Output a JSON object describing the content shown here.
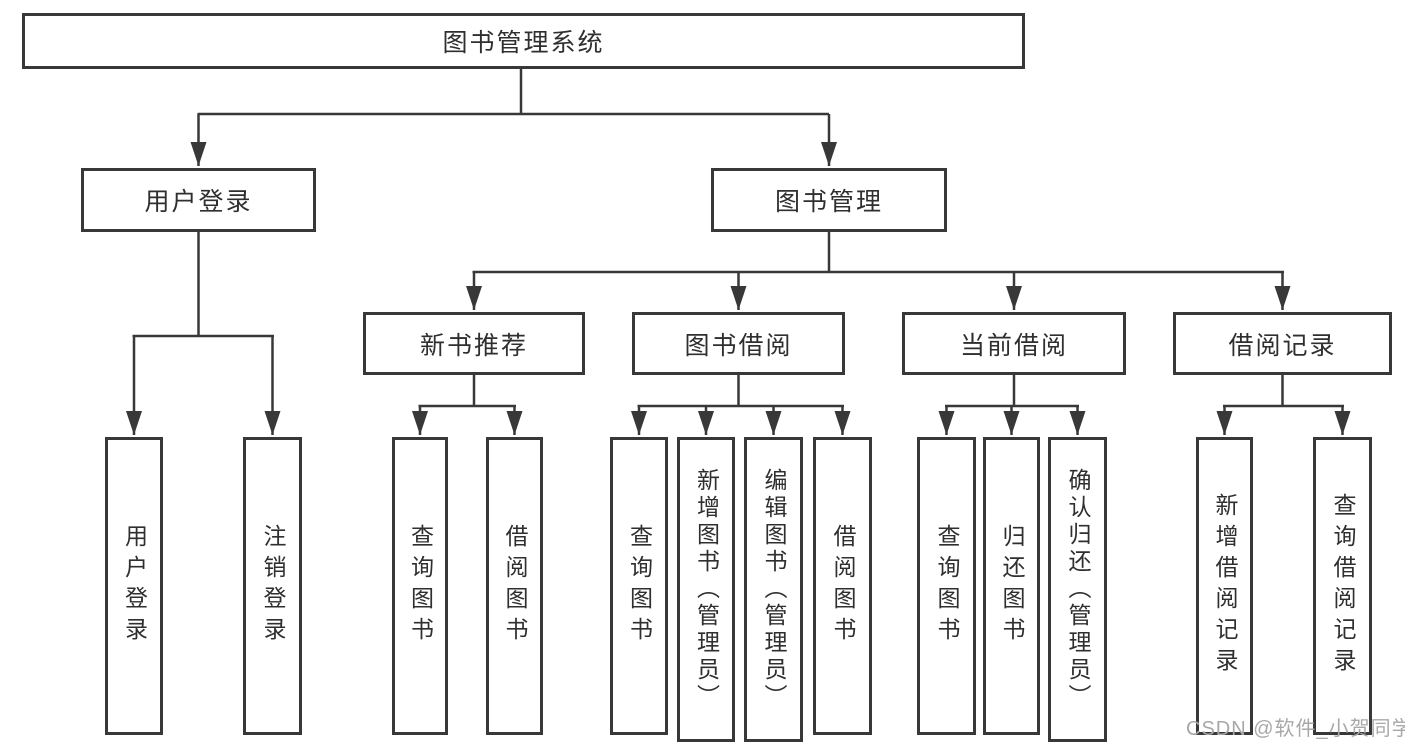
{
  "diagram": {
    "root": "图书管理系统",
    "level2": {
      "user_login": "用户登录",
      "book_mgmt": "图书管理"
    },
    "level3": {
      "new_books": "新书推荐",
      "book_borrow": "图书借阅",
      "current_borrow": "当前借阅",
      "borrow_records": "借阅记录"
    },
    "leaves": {
      "login": "用户登录",
      "logout": "注销登录",
      "nb_query": "查询图书",
      "nb_borrow": "借阅图书",
      "bb_query": "查询图书",
      "bb_add": "新增图书（管理员）",
      "bb_edit": "编辑图书（管理员）",
      "bb_borrow": "借阅图书",
      "cb_query": "查询图书",
      "cb_return": "归还图书",
      "cb_confirm": "确认归还（管理员）",
      "br_add": "新增借阅记录",
      "br_query": "查询借阅记录"
    }
  },
  "watermark": "CSDN @软件_小贺同学",
  "colors": {
    "line": "#383838",
    "text": "#2f2f2f",
    "watermark": "#a8a8a8",
    "background": "#ffffff"
  }
}
